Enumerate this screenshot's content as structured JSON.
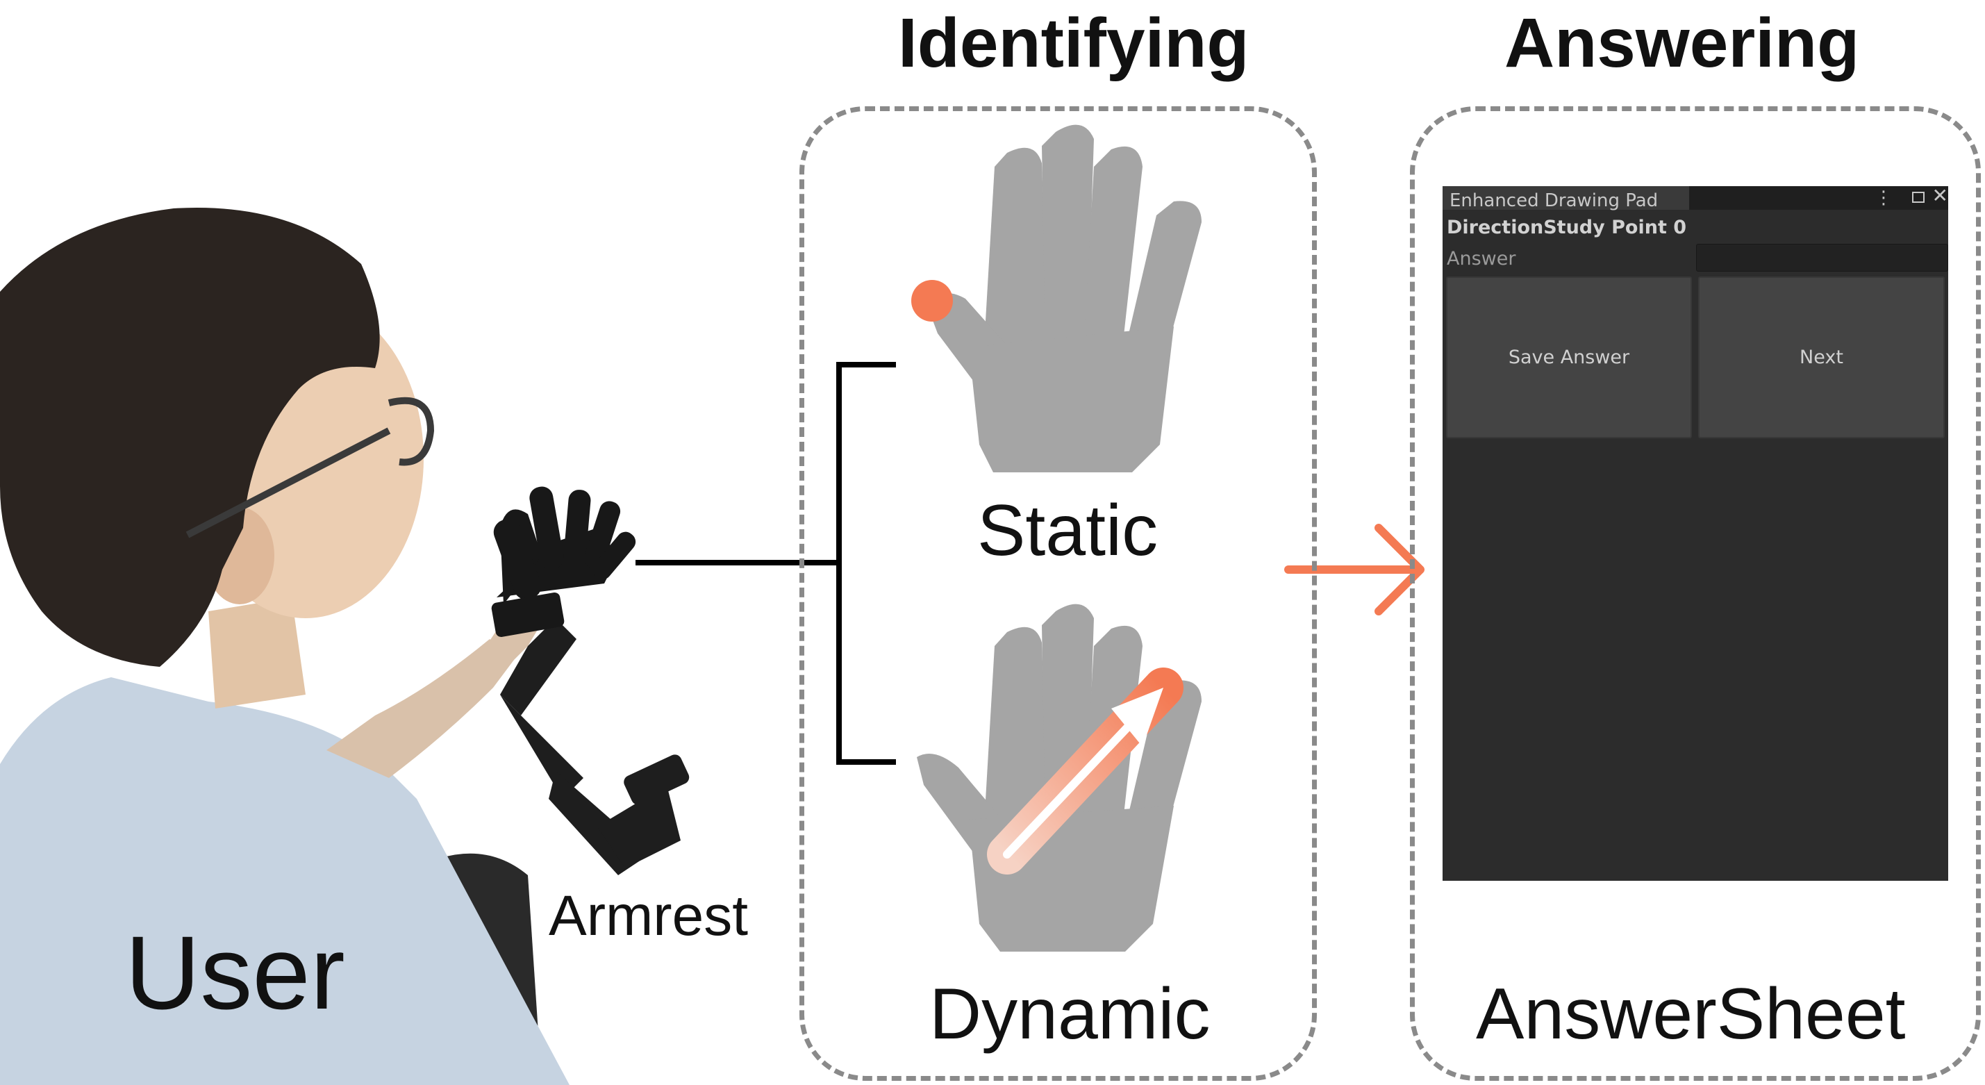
{
  "sections": {
    "identifying_title": "Identifying",
    "answering_title": "Answering"
  },
  "captions": {
    "static": "Static",
    "dynamic": "Dynamic",
    "answer_sheet": "AnswerSheet",
    "armrest": "Armrest",
    "user": "User"
  },
  "answer_panel": {
    "tab_title": "Enhanced Drawing Pad",
    "point_label": "DirectionStudy Point 0",
    "answer_label": "Answer",
    "answer_value": "",
    "save_button": "Save Answer",
    "next_button": "Next"
  },
  "colors": {
    "accent": "#f47a53",
    "hand": "#a5a5a5",
    "panel_bg": "#2c2c2c"
  },
  "icons": {
    "menu": "kebab-menu-icon",
    "maximize": "maximize-icon",
    "close": "close-icon"
  }
}
